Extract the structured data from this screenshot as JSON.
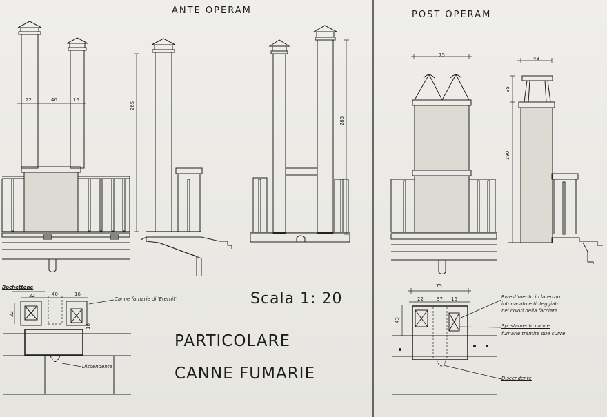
{
  "sections": {
    "ante": "ANTE  OPERAM",
    "post": "POST   OPERAM"
  },
  "scale": "Scala  1: 20",
  "title": {
    "line1": "PARTICOLARE",
    "line2": "CANNE FUMARIE"
  },
  "dimensions": {
    "ante_widths": [
      "22",
      "40",
      "16"
    ],
    "ante_height_a": "265",
    "ante_height_b": "285",
    "post_width_top": "75",
    "post_width_side": "43",
    "post_height_top": "35",
    "post_height_main": "190",
    "plan_ante": [
      "22",
      "40",
      "16",
      "22",
      "16"
    ],
    "plan_post_width": "75",
    "plan_post": [
      "22",
      "37",
      "16",
      "43"
    ]
  },
  "labels": {
    "bochettone": "Bochettone",
    "canne_eternit": "Canne fumarie di 'Eternit'",
    "discendente_ante": "Discendente",
    "rivestimento_1": "Rivestimento in laterizio",
    "rivestimento_2": "intonacato e tinteggiato",
    "rivestimento_3": "nei colori della facciata",
    "spostamento_1": "Spostamento canne",
    "spostamento_2": "fumarie tramite due curve",
    "discendente_post": "Discendente"
  }
}
